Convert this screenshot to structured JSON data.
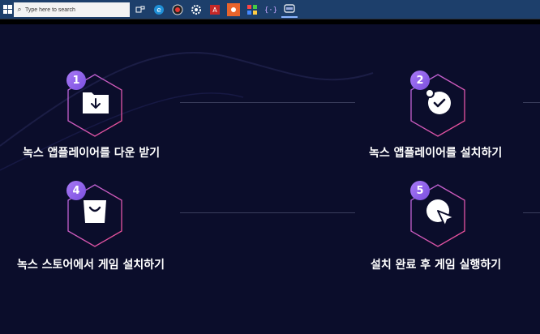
{
  "taskbar": {
    "search_placeholder": "Type here to search",
    "apps": [
      "task-view-icon",
      "edge-icon",
      "record-icon",
      "settings-icon",
      "red-app-icon",
      "orange-app-icon",
      "grid-app-icon",
      "code-app-icon",
      "monitor-app-icon"
    ]
  },
  "steps": [
    {
      "number": "1",
      "label": "녹스 앱플레이어를 다운 받기",
      "icon": "download-folder-icon"
    },
    {
      "number": "2",
      "label": "녹스 앱플레이어를 설치하기",
      "icon": "check-badge-icon"
    },
    {
      "number": "4",
      "label": "녹스 스토어에서 게임 설치하기",
      "icon": "shopping-bag-icon"
    },
    {
      "number": "5",
      "label": "설치 완료 후 게임 실행하기",
      "icon": "cursor-click-icon"
    }
  ],
  "colors": {
    "background": "#0b0d2b",
    "badge": "#9b6cf0",
    "hex_stroke": "#e0569a",
    "taskbar": "#1d3f6b"
  }
}
